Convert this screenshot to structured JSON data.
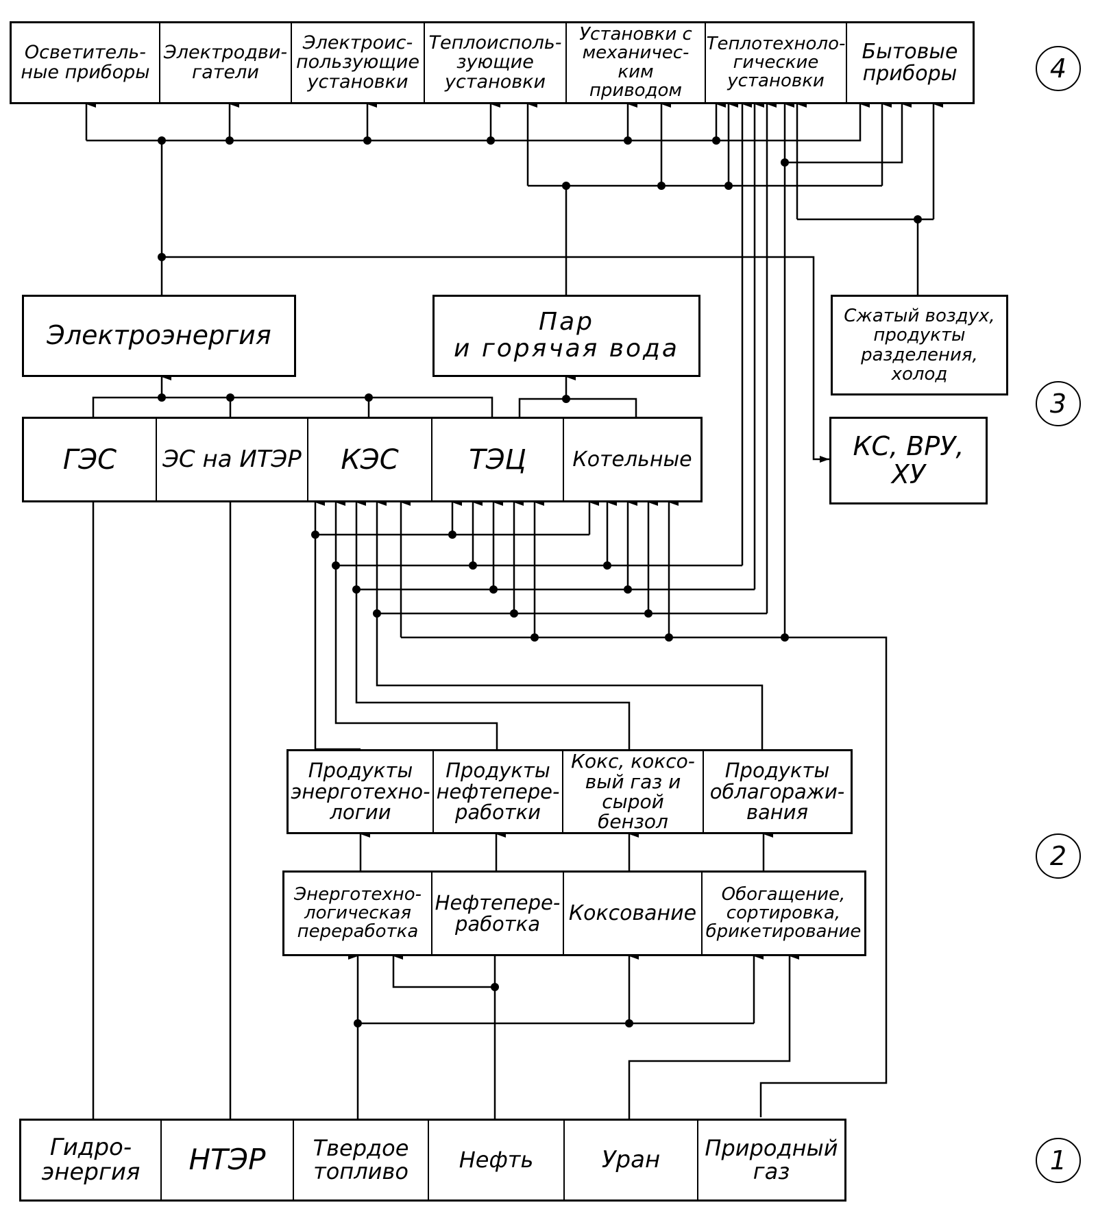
{
  "level4": {
    "consumers": [
      "Осветитель-\nные приборы",
      "Электродви-\nгатели",
      "Электроис-\nпользующие\nустановки",
      "Теплоисполь-\nзующие\nустановки",
      "Установки с\nмеханичес-\nким приводом",
      "Теплотехноло-\nгические\nустановки",
      "Бытовые\nприборы"
    ]
  },
  "level3": {
    "electricity": "Электроэнергия",
    "steam": "Пар\nи горячая вода",
    "air": "Сжатый воздух,\nпродукты\nразделения,\nхолод",
    "plants": [
      "ГЭС",
      "ЭС на ИТЭР",
      "КЭС",
      "ТЭЦ",
      "Котельные"
    ],
    "compressors": "КС, ВРУ,\nХУ"
  },
  "level2": {
    "products": [
      "Продукты\nэнерготехно-\nлогии",
      "Продукты\nнефтепере-\nработки",
      "Кокс, коксо-\nвый газ и\nсырой бензол",
      "Продукты\nоблагоражи-\nвания"
    ],
    "processes": [
      "Энерготехно-\nлогическая\nпереработка",
      "Нефтепере-\nработка",
      "Коксование",
      "Обогащение,\nсортировка,\nбрикетирование"
    ]
  },
  "level1": {
    "sources": [
      "Гидро-\nэнергия",
      "НТЭР",
      "Твердое\nтопливо",
      "Нефть",
      "Уран",
      "Природный\nгаз"
    ]
  },
  "level_markers": [
    "4",
    "3",
    "2",
    "1"
  ]
}
